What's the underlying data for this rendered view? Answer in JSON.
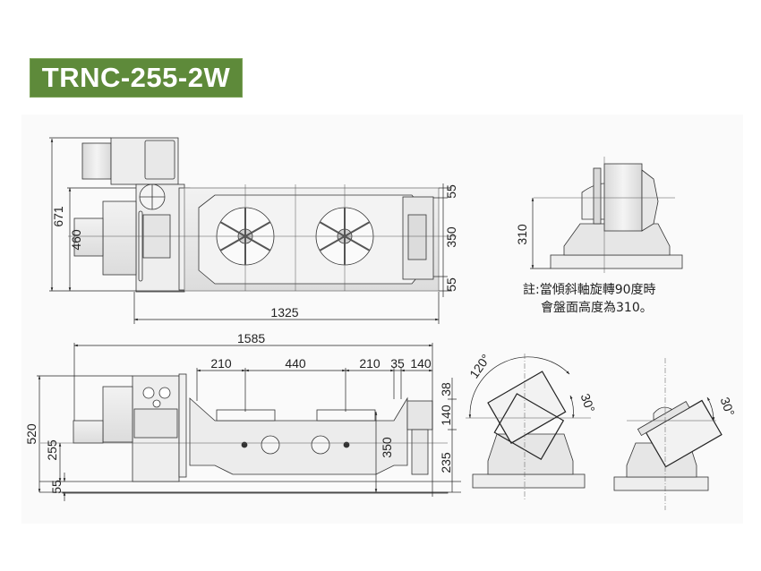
{
  "title": "TRNC-255-2W",
  "colors": {
    "title_bg": "#5e8a3a",
    "title_text": "#ffffff",
    "panel_bg": "#fafafa",
    "line": "#333333",
    "fill_light": "#e6e6e6"
  },
  "top_view": {
    "dims": {
      "overall_height": "671",
      "body_height": "460",
      "top_margin": "55",
      "table_span": "350",
      "bottom_margin": "55",
      "overall_length": "1325"
    }
  },
  "side_view": {
    "dims": {
      "height_at_90": "310"
    },
    "note_line1": "註:當傾斜軸旋轉90度時",
    "note_line2": "會盤面高度為310。"
  },
  "front_view": {
    "dims": {
      "overall_length": "1585",
      "seg1": "210",
      "seg2": "440",
      "seg3": "210",
      "seg4": "35",
      "seg5": "140",
      "overall_height": "520",
      "center_height": "255",
      "base_height": "55",
      "table_height": "350",
      "tail_top": "38",
      "tail_mid": "140",
      "tail_low": "235"
    }
  },
  "tilt_views": {
    "left": {
      "angle_back": "120°",
      "angle_fwd": "30°"
    },
    "right": {
      "angle_fwd": "30°"
    }
  }
}
